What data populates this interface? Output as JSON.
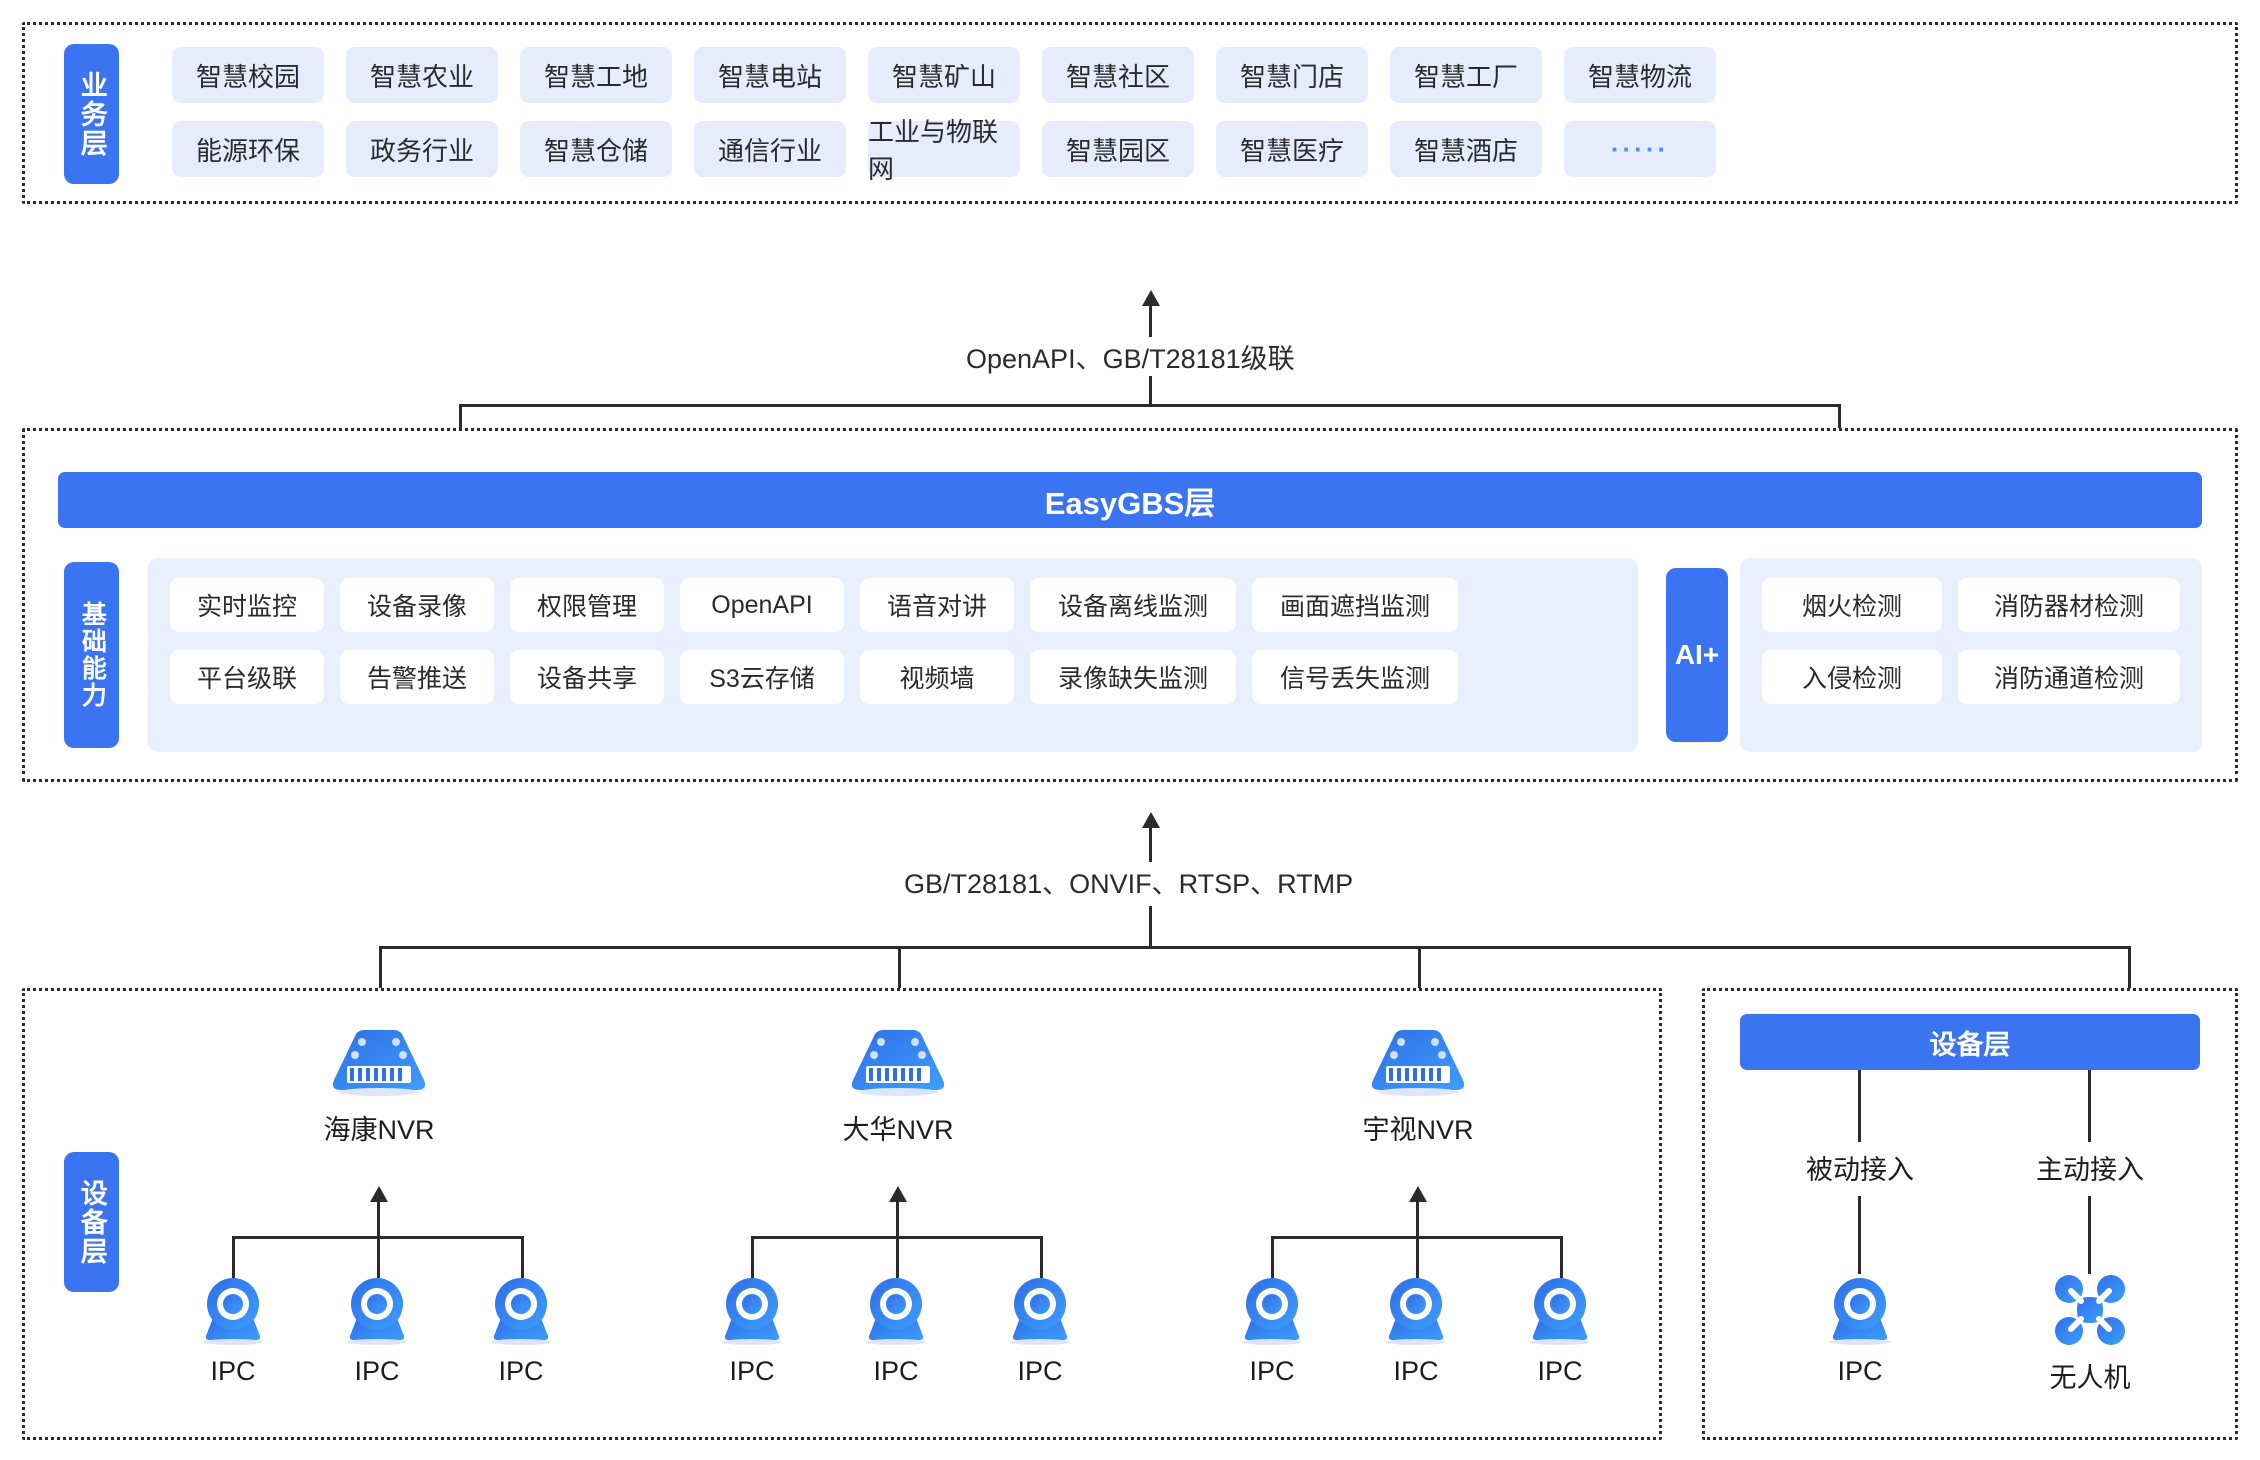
{
  "business_layer": {
    "side_label": "业务层",
    "row1": [
      "智慧校园",
      "智慧农业",
      "智慧工地",
      "智慧电站",
      "智慧矿山",
      "智慧社区",
      "智慧门店",
      "智慧工厂",
      "智慧物流"
    ],
    "row2": [
      "能源环保",
      "政务行业",
      "智慧仓储",
      "通信行业",
      "工业与物联网",
      "智慧园区",
      "智慧医疗",
      "智慧酒店",
      "·····"
    ]
  },
  "connectors": {
    "top": "OpenAPI、GB/T28181级联",
    "bottom": "GB/T28181、ONVIF、RTSP、RTMP"
  },
  "platform_layer": {
    "title": "EasyGBS层",
    "side_label": "基础能力",
    "ai_label": "AI+",
    "capabilities_row1": [
      "实时监控",
      "设备录像",
      "权限管理",
      "OpenAPI",
      "语音对讲",
      "设备离线监测",
      "画面遮挡监测"
    ],
    "capabilities_row2": [
      "平台级联",
      "告警推送",
      "设备共享",
      "S3云存储",
      "视频墙",
      "录像缺失监测",
      "信号丢失监测"
    ],
    "ai_row1": [
      "烟火检测",
      "消防器材检测"
    ],
    "ai_row2": [
      "入侵检测",
      "消防通道检测"
    ]
  },
  "device_layer_left": {
    "side_label": "设备层",
    "nvrs": [
      {
        "label": "海康NVR",
        "icon": "nvr-icon",
        "cameras": [
          "IPC",
          "IPC",
          "IPC"
        ]
      },
      {
        "label": "大华NVR",
        "icon": "nvr-icon",
        "cameras": [
          "IPC",
          "IPC",
          "IPC"
        ]
      },
      {
        "label": "宇视NVR",
        "icon": "nvr-icon",
        "cameras": [
          "IPC",
          "IPC",
          "IPC"
        ]
      }
    ]
  },
  "device_layer_right": {
    "title": "设备层",
    "branches": [
      {
        "mode": "被动接入",
        "label": "IPC",
        "icon": "camera-icon"
      },
      {
        "mode": "主动接入",
        "label": "无人机",
        "icon": "drone-icon"
      }
    ]
  },
  "colors": {
    "brand_blue": "#3a74f0",
    "chip_fill": "#e6ecfd",
    "panel_fill": "#e9effd",
    "line": "#2b2b2b"
  }
}
